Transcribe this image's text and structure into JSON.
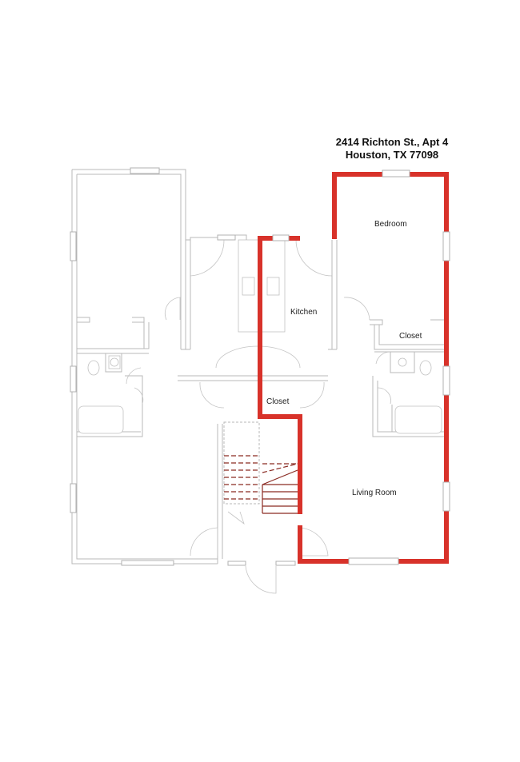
{
  "address": {
    "line1": "2414 Richton St., Apt 4",
    "line2": "Houston, TX 77098"
  },
  "rooms": [
    {
      "name": "bedroom",
      "label": "Bedroom"
    },
    {
      "name": "kitchen",
      "label": "Kitchen"
    },
    {
      "name": "closet-bedroom",
      "label": "Closet"
    },
    {
      "name": "closet-hall",
      "label": "Closet"
    },
    {
      "name": "living-room",
      "label": "Living Room"
    }
  ],
  "colors": {
    "highlight_unit_outline": "#d8322a",
    "wall": "#b8b8b8",
    "stairs": "#8a2a22",
    "background": "#ffffff"
  }
}
